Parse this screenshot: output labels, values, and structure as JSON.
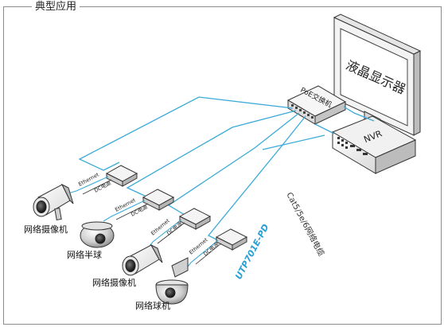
{
  "title": "典型应用",
  "monitor_label": "液晶显示器",
  "switch_label": "PoE交换机",
  "nvr_label": "NVR",
  "cable_label": "Cat5/5e/6网络电缆",
  "model_label": "UTP701E-PD",
  "adapter_ethernet_label": "Ethernet",
  "adapter_dc_label": "DC电源",
  "cameras": {
    "cam1_label": "网络摄像机",
    "cam2_label": "网络半球",
    "cam3_label": "网络摄像机",
    "cam4_label": "网络球机"
  },
  "colors": {
    "cable": "#3aaad8",
    "model_text": "#2a9fd6",
    "line": "#333333"
  }
}
